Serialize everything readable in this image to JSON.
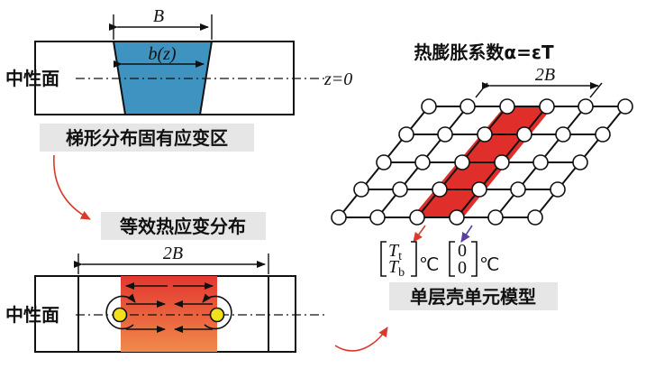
{
  "top_panel": {
    "dim_label": "B",
    "width_label": "b(z)",
    "neutral_label": "中性面",
    "z_label": "z=0",
    "caption": "梯形分布固有应变区",
    "fill_color": "#3f93c1"
  },
  "bottom_panel": {
    "title": "等效热应变分布",
    "dim_label": "2B",
    "neutral_label": "中性面",
    "gradient_top": "#e3372f",
    "gradient_bottom": "#f08a4b",
    "node_color": "#f2e11a"
  },
  "right_panel": {
    "title": "热膨胀系数α=εT",
    "dim_label": "2B",
    "band_color": "#e02f2a",
    "vec_left_top": "T",
    "vec_left_top_sub": "t",
    "vec_left_bottom": "T",
    "vec_left_bottom_sub": "b",
    "vec_right_top": "0",
    "vec_right_bottom": "0",
    "unit": "℃",
    "caption": "单层壳单元模型",
    "arrow_left_color": "#d93a2b",
    "arrow_right_color": "#5a3ea0"
  },
  "connector_color": "#d93a2b"
}
